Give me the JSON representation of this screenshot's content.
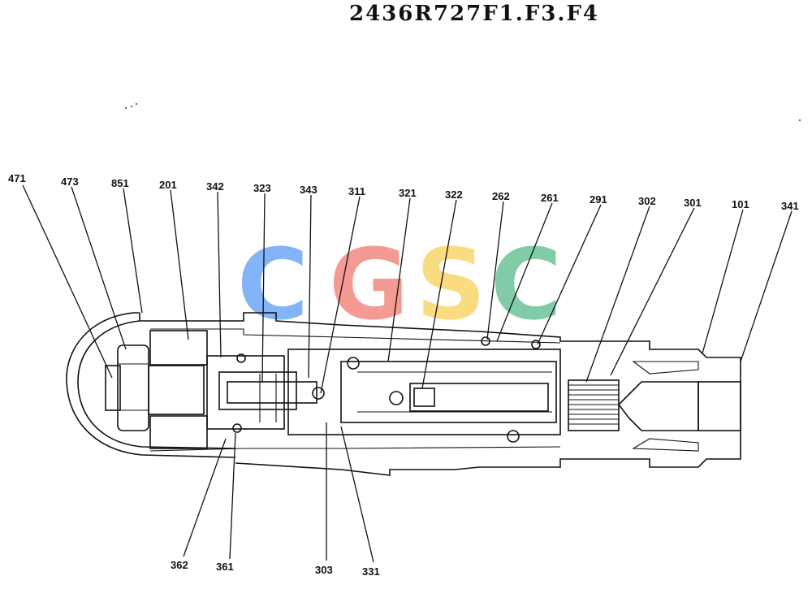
{
  "title": "2436R727F1.F3.F4",
  "watermark": {
    "letters": [
      "C",
      "G",
      "S",
      "C"
    ],
    "colors": [
      "#6ea8f7",
      "#f28a80",
      "#f9d56a",
      "#6cc39a"
    ]
  },
  "labels_top": [
    "471",
    "473",
    "851",
    "201",
    "342",
    "323",
    "343",
    "311",
    "321",
    "322",
    "262",
    "261",
    "291",
    "302",
    "301",
    "101",
    "341"
  ],
  "labels_bottom": [
    "362",
    "361",
    "303",
    "331"
  ]
}
